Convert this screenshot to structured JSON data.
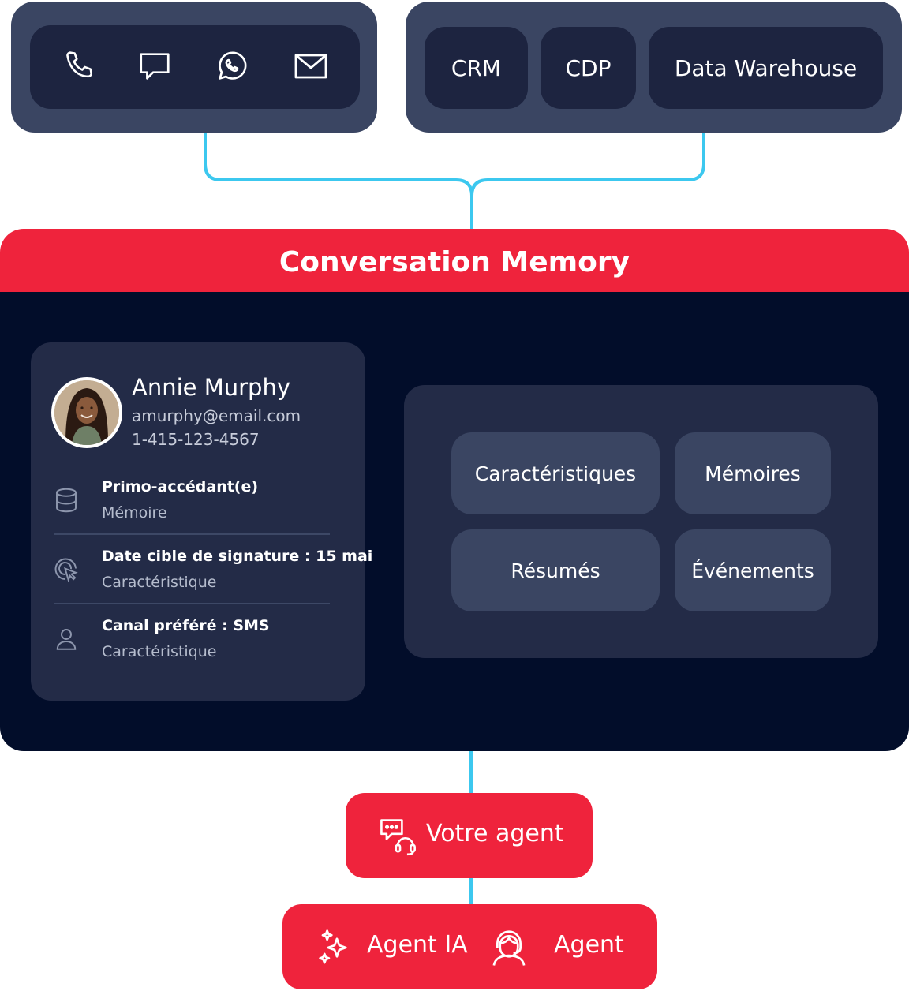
{
  "channels": {
    "icons": [
      "phone-icon",
      "chat-bubble-icon",
      "whatsapp-icon",
      "email-icon"
    ]
  },
  "sources": {
    "items": [
      "CRM",
      "CDP",
      "Data Warehouse"
    ]
  },
  "memory": {
    "title": "Conversation Memory"
  },
  "profile": {
    "name": "Annie Murphy",
    "email": "amurphy@email.com",
    "phone": "1-415-123-4567",
    "facts": [
      {
        "title": "Primo-accédant(e)",
        "type": "Mémoire",
        "icon": "database-icon"
      },
      {
        "title": "Date cible de signature : 15 mai",
        "type": "Caractéristique",
        "icon": "target-cursor-icon"
      },
      {
        "title": "Canal préféré : SMS",
        "type": "Caractéristique",
        "icon": "person-icon"
      }
    ]
  },
  "categories": [
    "Caractéristiques",
    "Mémoires",
    "Résumés",
    "Événements"
  ],
  "your_agent": {
    "label": "Votre agent",
    "icon": "agent-chat-headset-icon"
  },
  "agents": {
    "ai_label": "Agent IA",
    "ai_icon": "sparkles-icon",
    "human_label": "Agent",
    "human_icon": "human-agent-icon"
  },
  "colors": {
    "accent_red": "#ef233c",
    "connector": "#3cc8ef",
    "slate": "#3a4562",
    "navy": "#1d2440",
    "deep_navy": "#020d2a"
  }
}
